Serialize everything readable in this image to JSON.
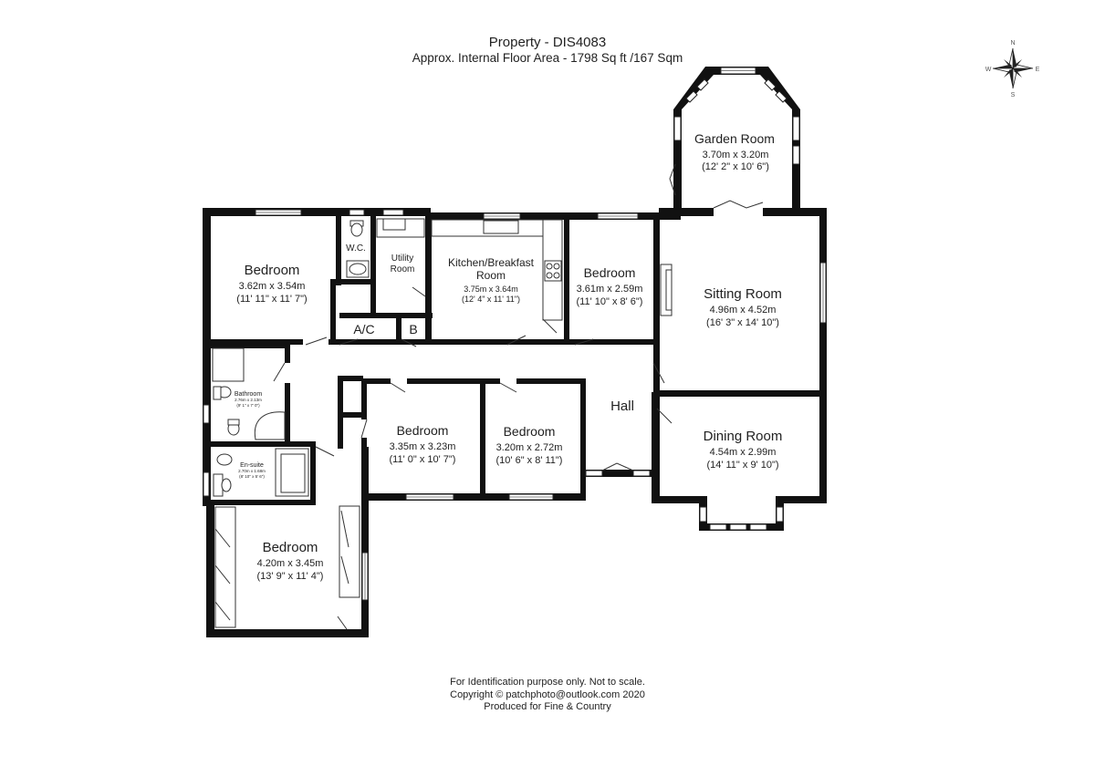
{
  "header": {
    "title": "Property - DIS4083",
    "subtitle": "Approx. Internal Floor Area - 1798 Sq ft /167 Sqm"
  },
  "compass": {
    "n": "N",
    "s": "S",
    "e": "E",
    "w": "W"
  },
  "rooms": {
    "garden_room": {
      "name": "Garden Room",
      "metric": "3.70m x 3.20m",
      "imperial": "(12' 2\" x 10' 6\")"
    },
    "bedroom_1": {
      "name": "Bedroom",
      "metric": "3.62m x 3.54m",
      "imperial": "(11' 11\" x 11' 7\")"
    },
    "wc": {
      "name": "W.C."
    },
    "utility": {
      "name_line1": "Utility",
      "name_line2": "Room"
    },
    "kitchen": {
      "name_line1": "Kitchen/Breakfast",
      "name_line2": "Room",
      "metric": "3.75m x 3.64m",
      "imperial": "(12' 4\" x 11' 11\")"
    },
    "bedroom_2": {
      "name": "Bedroom",
      "metric": "3.61m x 2.59m",
      "imperial": "(11' 10\" x 8' 6\")"
    },
    "sitting_room": {
      "name": "Sitting Room",
      "metric": "4.96m x 4.52m",
      "imperial": "(16' 3\" x 14' 10\")"
    },
    "ac": {
      "name": "A/C"
    },
    "b": {
      "name": "B"
    },
    "bathroom": {
      "name": "Bathroom",
      "metric": "2.76m x 2.13m",
      "imperial": "(9' 1\" x 7' 0\")"
    },
    "bedroom_3": {
      "name": "Bedroom",
      "metric": "3.35m x 3.23m",
      "imperial": "(11' 0\" x 10' 7\")"
    },
    "bedroom_4": {
      "name": "Bedroom",
      "metric": "3.20m x 2.72m",
      "imperial": "(10' 6\" x 8' 11\")"
    },
    "hall": {
      "name": "Hall"
    },
    "dining_room": {
      "name": "Dining Room",
      "metric": "4.54m x 2.99m",
      "imperial": "(14' 11\" x 9' 10\")"
    },
    "ensuite": {
      "name": "En-suite",
      "metric": "2.70m x 1.68m",
      "imperial": "(8' 10\" x 5' 6\")"
    },
    "bedroom_5": {
      "name": "Bedroom",
      "metric": "4.20m x 3.45m",
      "imperial": "(13' 9\" x 11' 4\")"
    }
  },
  "footer": {
    "line1": "For Identification purpose only.  Not to scale.",
    "line2": "Copyright © patchphoto@outlook.com 2020",
    "line3": "Produced for Fine & Country"
  }
}
